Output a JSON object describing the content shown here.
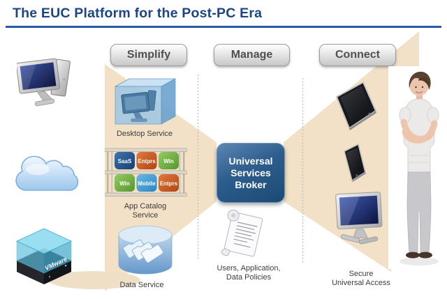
{
  "title": "The EUC Platform for the Post-PC Era",
  "phase_buttons": [
    {
      "label": "Simplify"
    },
    {
      "label": "Manage"
    },
    {
      "label": "Connect"
    }
  ],
  "left_devices": {
    "icons": [
      "desktop-pc-icon",
      "cloud-icon",
      "vmware-server-icon"
    ],
    "server_label": "VMware"
  },
  "services": {
    "desktop": {
      "label": "Desktop Service",
      "icon": "desktop-service-cube-icon"
    },
    "app_catalog": {
      "label": "App Catalog\nService",
      "icon": "app-catalog-shelf-icon",
      "tiles": [
        {
          "label": "SaaS",
          "color": "#1c4e8c"
        },
        {
          "label": "Entprs",
          "color": "#c75b28"
        },
        {
          "label": "Win",
          "color": "#74b04b"
        },
        {
          "label": "Win",
          "color": "#74b04b"
        },
        {
          "label": "Mobile",
          "color": "#45a3d9"
        },
        {
          "label": "Entprs",
          "color": "#c75b28"
        }
      ]
    },
    "data": {
      "label": "Data Service",
      "icon": "data-service-cylinder-icon"
    }
  },
  "broker": {
    "label": "Universal\nServices\nBroker"
  },
  "policies": {
    "label": "Users, Application,\nData Policies",
    "icon": "policy-scroll-icon"
  },
  "access": {
    "label": "Secure\nUniversal Access",
    "icons": [
      "tablet-icon",
      "smartphone-icon",
      "monitor-icon"
    ]
  },
  "person": {
    "icon": "woman-arms-crossed"
  },
  "colors": {
    "title_blue": "#1c4586",
    "rule_blue": "#2b5ba6",
    "beam_tan": "#f2e1c6",
    "broker_blue": "#2d5d8c",
    "button_text": "#4f4f4f",
    "label_text": "#3c3c3c",
    "dashed_line": "#a9c7d6"
  }
}
